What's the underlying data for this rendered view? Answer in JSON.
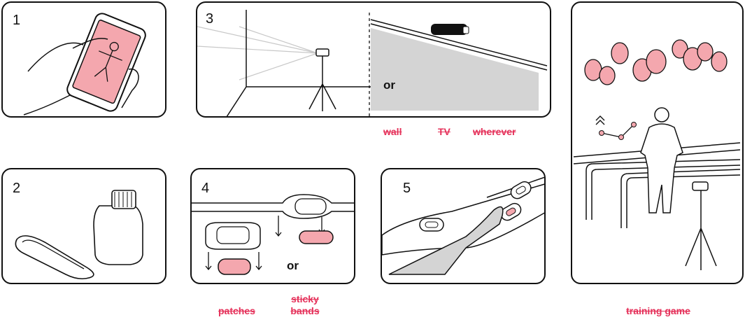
{
  "panels": {
    "p1": {
      "number": "1"
    },
    "p2": {
      "number": "2"
    },
    "p3": {
      "number": "3",
      "or_label": "or"
    },
    "p4": {
      "number": "4",
      "or_label": "or"
    },
    "p5": {
      "number": "5"
    }
  },
  "captions": {
    "wall": "wall",
    "tv": "TV",
    "wherever": "wherever",
    "patches": "patches",
    "sticky_bands": "sticky bands",
    "training_game": "training game"
  },
  "colors": {
    "accent": "#e5315a",
    "pink_fill": "#f4a7ae",
    "line": "#111111",
    "grey_fill": "#d4d4d4"
  }
}
